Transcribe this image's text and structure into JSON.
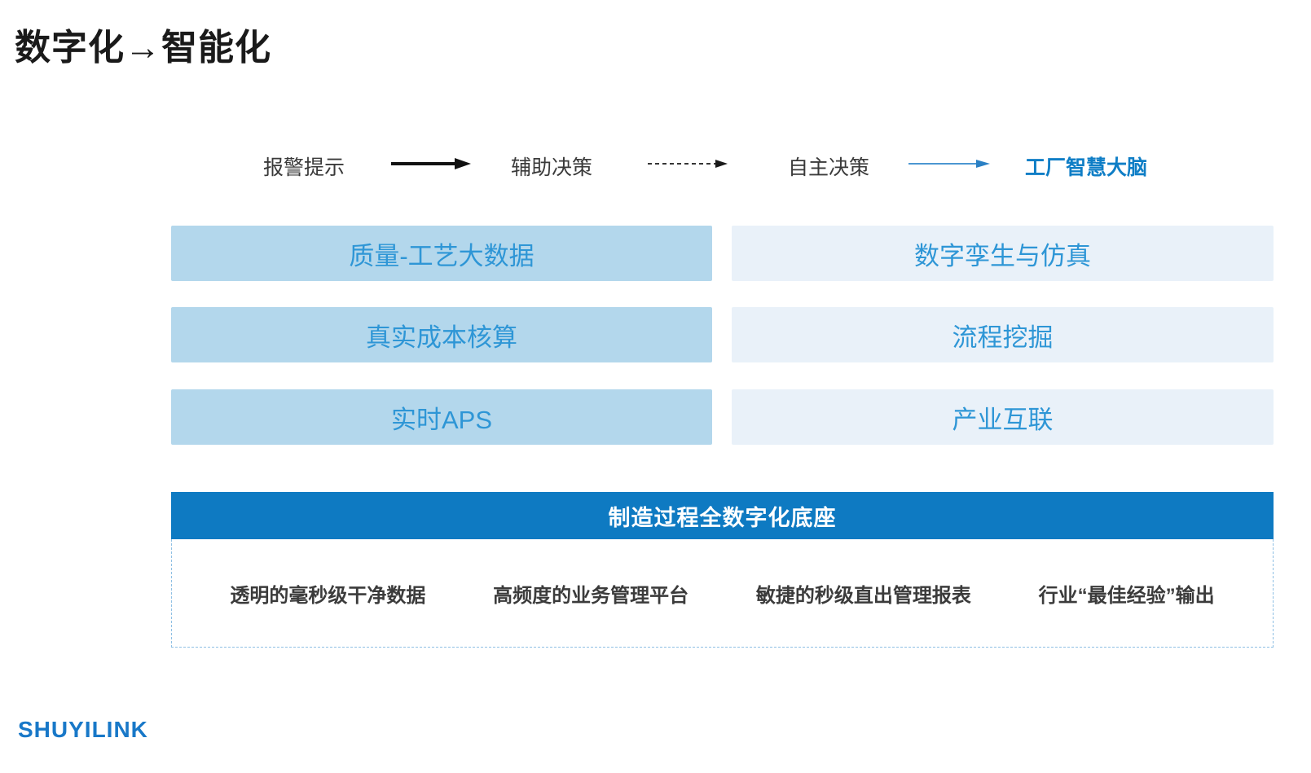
{
  "title": "数字化→智能化",
  "flow": {
    "stages": [
      {
        "label": "报警提示"
      },
      {
        "label": "辅助决策"
      },
      {
        "label": "自主决策"
      },
      {
        "label": "工厂智慧大脑"
      }
    ],
    "arrow_styles": [
      "solid-black",
      "dashed-black",
      "solid-blue"
    ]
  },
  "capabilities": {
    "left_column": [
      "质量-工艺大数据",
      "真实成本核算",
      "实时APS"
    ],
    "right_column": [
      "数字孪生与仿真",
      "流程挖掘",
      "产业互联"
    ]
  },
  "foundation": {
    "header": "制造过程全数字化底座",
    "items": [
      "透明的毫秒级干净数据",
      "高频度的业务管理平台",
      "敏捷的秒级直出管理报表",
      "行业“最佳经验”输出"
    ]
  },
  "logo_text": "SHUYILINK",
  "colors": {
    "accent_blue": "#0e7ac2",
    "box_text_blue": "#2e96d6",
    "left_box_bg": "#b3d7ec",
    "right_box_bg": "#e9f1f9",
    "highlight_text": "#0f7ec6",
    "logo_blue": "#1878c8",
    "dashed_border": "#8fc0e4"
  }
}
